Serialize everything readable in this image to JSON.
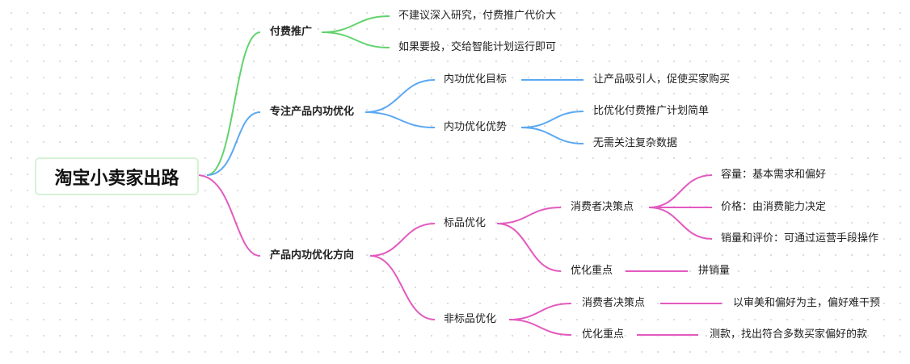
{
  "colors": {
    "green": "#62d36e",
    "blue": "#5aa8f2",
    "pink": "#e35abf"
  },
  "root": "淘宝小卖家出路",
  "branches": [
    {
      "label": "付费推广",
      "children": [
        "不建议深入研究，付费推广代价大",
        "如果要投，交给智能计划运行即可"
      ]
    },
    {
      "label": "专注产品内功优化",
      "children": [
        {
          "label": "内功优化目标",
          "children": [
            "让产品吸引人，促使买家购买"
          ]
        },
        {
          "label": "内功优化优势",
          "children": [
            "比优化付费推广计划简单",
            "无需关注复杂数据"
          ]
        }
      ]
    },
    {
      "label": "产品内功优化方向",
      "children": [
        {
          "label": "标品优化",
          "children": [
            {
              "label": "消费者决策点",
              "children": [
                "容量：基本需求和偏好",
                "价格：由消费能力决定",
                "销量和评价：可通过运营手段操作"
              ]
            },
            {
              "label": "优化重点",
              "children": [
                "拼销量"
              ]
            }
          ]
        },
        {
          "label": "非标品优化",
          "children": [
            {
              "label": "消费者决策点",
              "children": [
                "以审美和偏好为主，偏好难干预"
              ]
            },
            {
              "label": "优化重点",
              "children": [
                "测款，找出符合多数买家偏好的款"
              ]
            }
          ]
        }
      ]
    }
  ]
}
